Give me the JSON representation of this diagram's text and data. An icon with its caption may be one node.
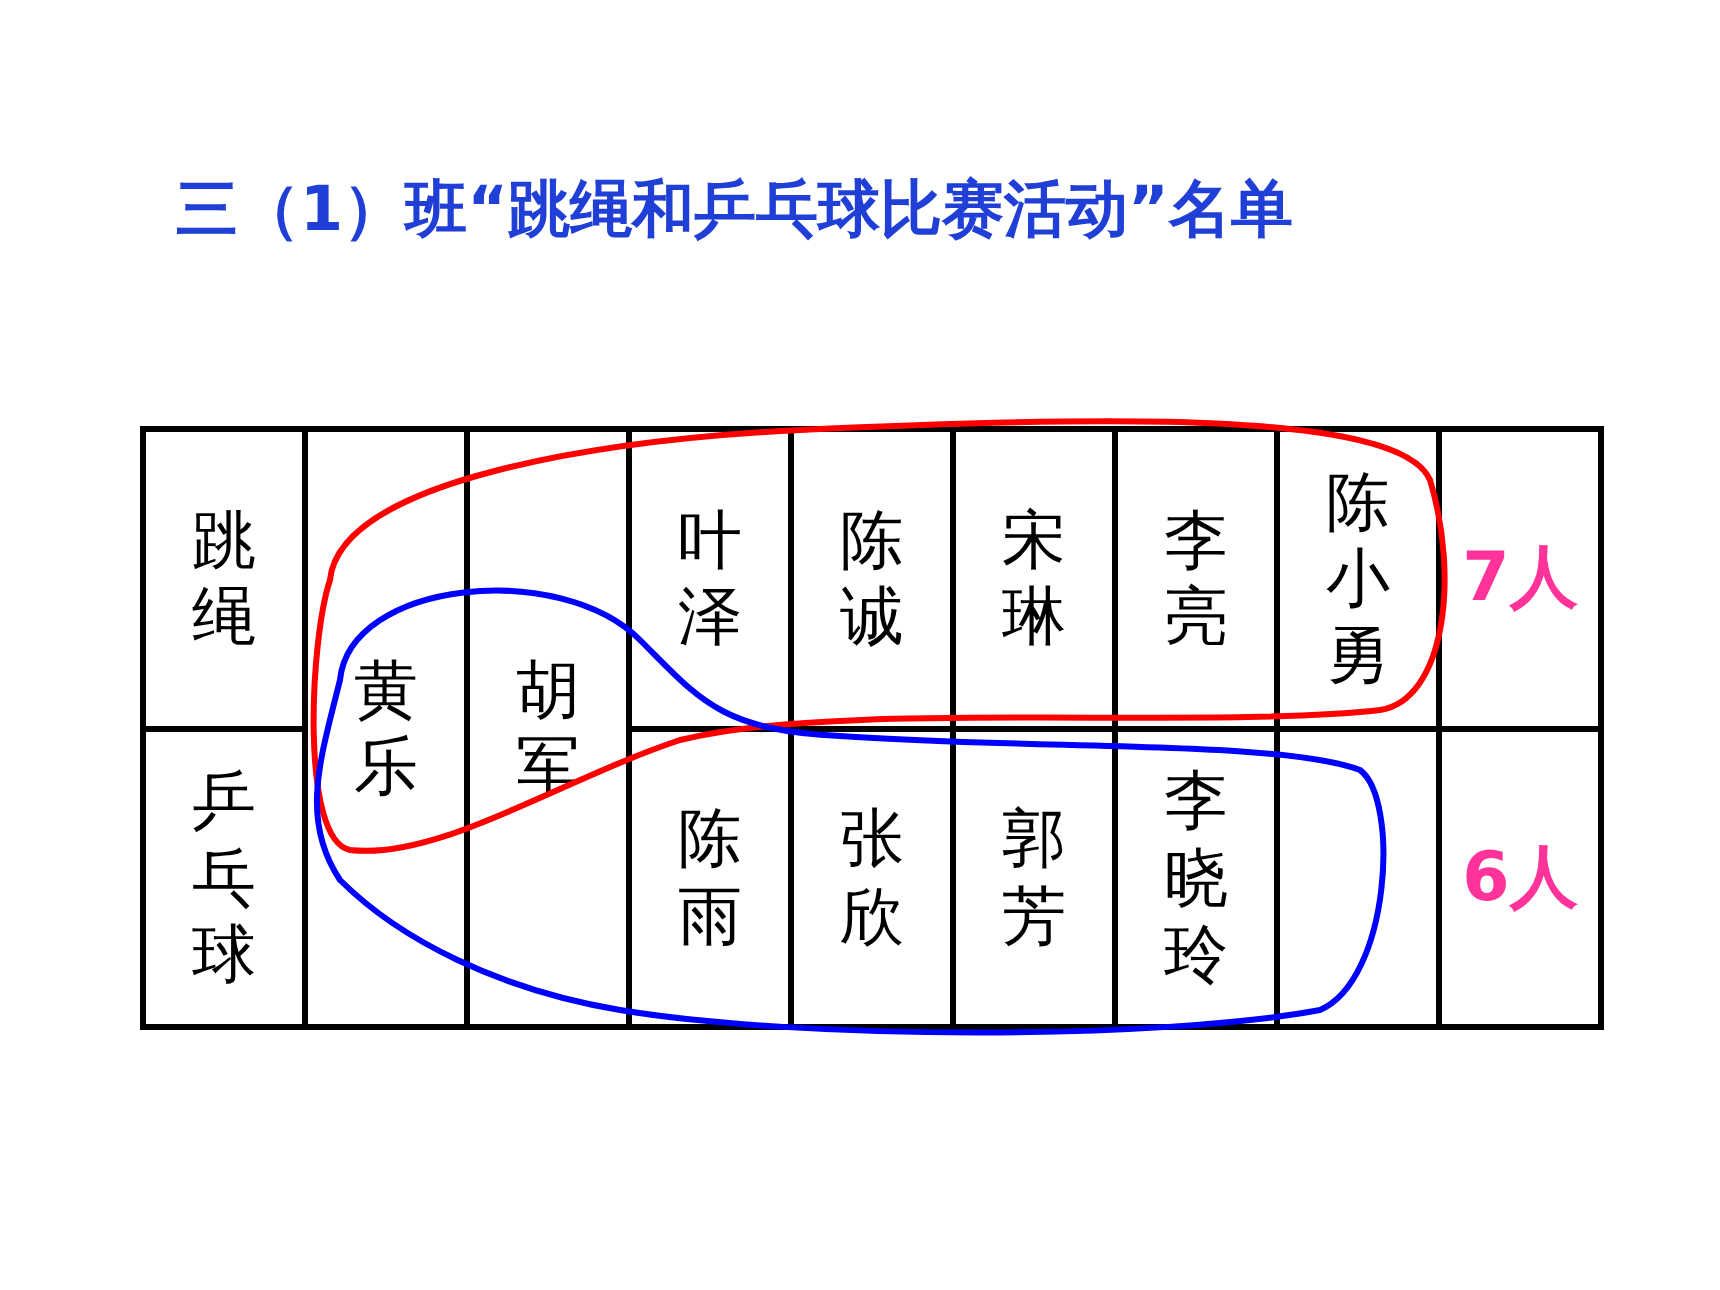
{
  "diagram": {
    "title": "三（1）班“跳绳和乒乓球比赛活动”名单",
    "labels": [
      "跳绳",
      "黄乐",
      "胡军",
      "叶泽",
      "陈诚",
      "宋琳",
      "李亮",
      "陈小勇",
      "7人",
      "乒乓球",
      "陈雨",
      "张欣",
      "郭芳",
      "李晓玲",
      "6人"
    ]
  }
}
